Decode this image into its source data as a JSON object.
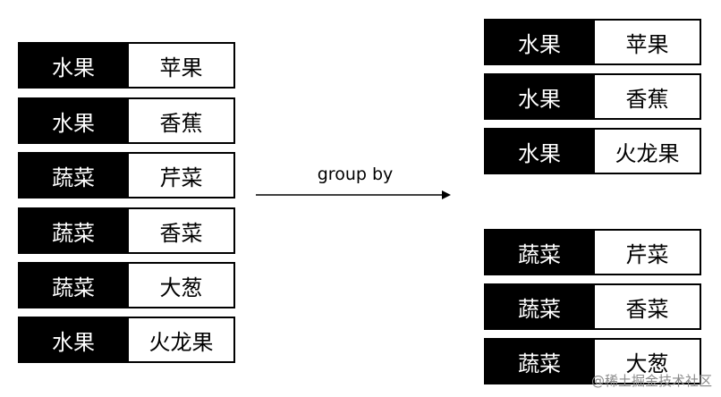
{
  "left_rows": [
    {
      "category": "水果",
      "item": "苹果"
    },
    {
      "category": "水果",
      "item": "香蕉"
    },
    {
      "category": "蔬菜",
      "item": "芹菜"
    },
    {
      "category": "蔬菜",
      "item": "香菜"
    },
    {
      "category": "蔬菜",
      "item": "大葱"
    },
    {
      "category": "水果",
      "item": "火龙果"
    }
  ],
  "arrow_label": "group by",
  "group_fruit": [
    {
      "category": "水果",
      "item": "苹果"
    },
    {
      "category": "水果",
      "item": "香蕉"
    },
    {
      "category": "水果",
      "item": "火龙果"
    }
  ],
  "group_veg": [
    {
      "category": "蔬菜",
      "item": "芹菜"
    },
    {
      "category": "蔬菜",
      "item": "香菜"
    },
    {
      "category": "蔬菜",
      "item": "大葱"
    }
  ],
  "watermark": "@稀土掘金技术社区"
}
